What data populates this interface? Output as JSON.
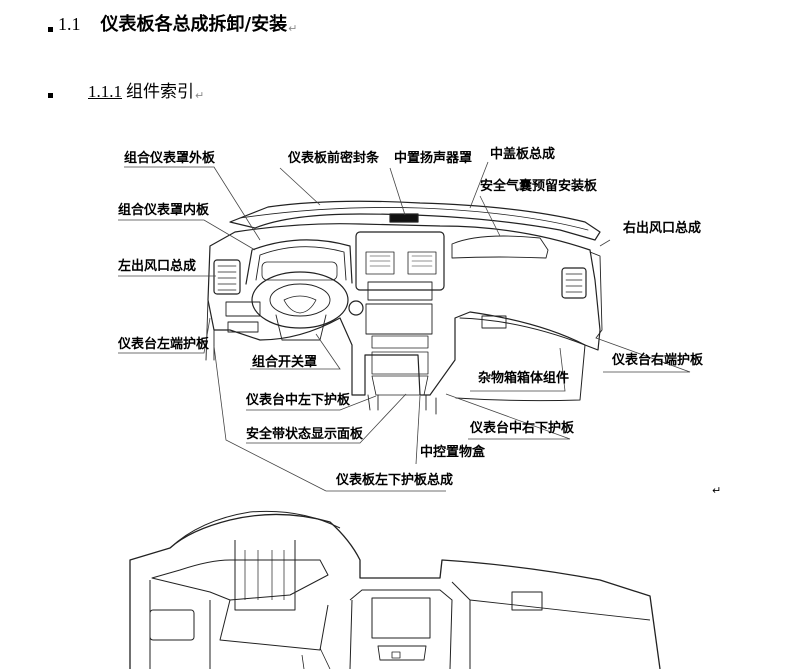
{
  "section": {
    "number": "1.1",
    "title": "仪表板各总成拆卸/安装"
  },
  "subsection": {
    "number": "1.1.1",
    "title": "组件索引"
  },
  "return_mark": "↵",
  "figure1": {
    "callouts": {
      "upper_outer_cover": "组合仪表罩外板",
      "front_seal": "仪表板前密封条",
      "center_speaker_grille": "中置扬声器罩",
      "center_cover_assy": "中盖板总成",
      "airbag_mount_panel": "安全气囊预留安装板",
      "upper_inner_cover": "组合仪表罩内板",
      "right_vent": "右出风口总成",
      "left_vent": "左出风口总成",
      "left_end_guard": "仪表台左端护板",
      "combo_switch_cover": "组合开关罩",
      "right_end_guard": "仪表台右端护板",
      "glovebox_assy": "杂物箱箱体组件",
      "center_left_lower_guard": "仪表台中左下护板",
      "seatbelt_indicator_panel": "安全带状态显示面板",
      "center_right_lower_guard": "仪表台中右下护板",
      "center_storage_box": "中控置物盒",
      "left_lower_guard_assy": "仪表板左下护板总成"
    }
  }
}
